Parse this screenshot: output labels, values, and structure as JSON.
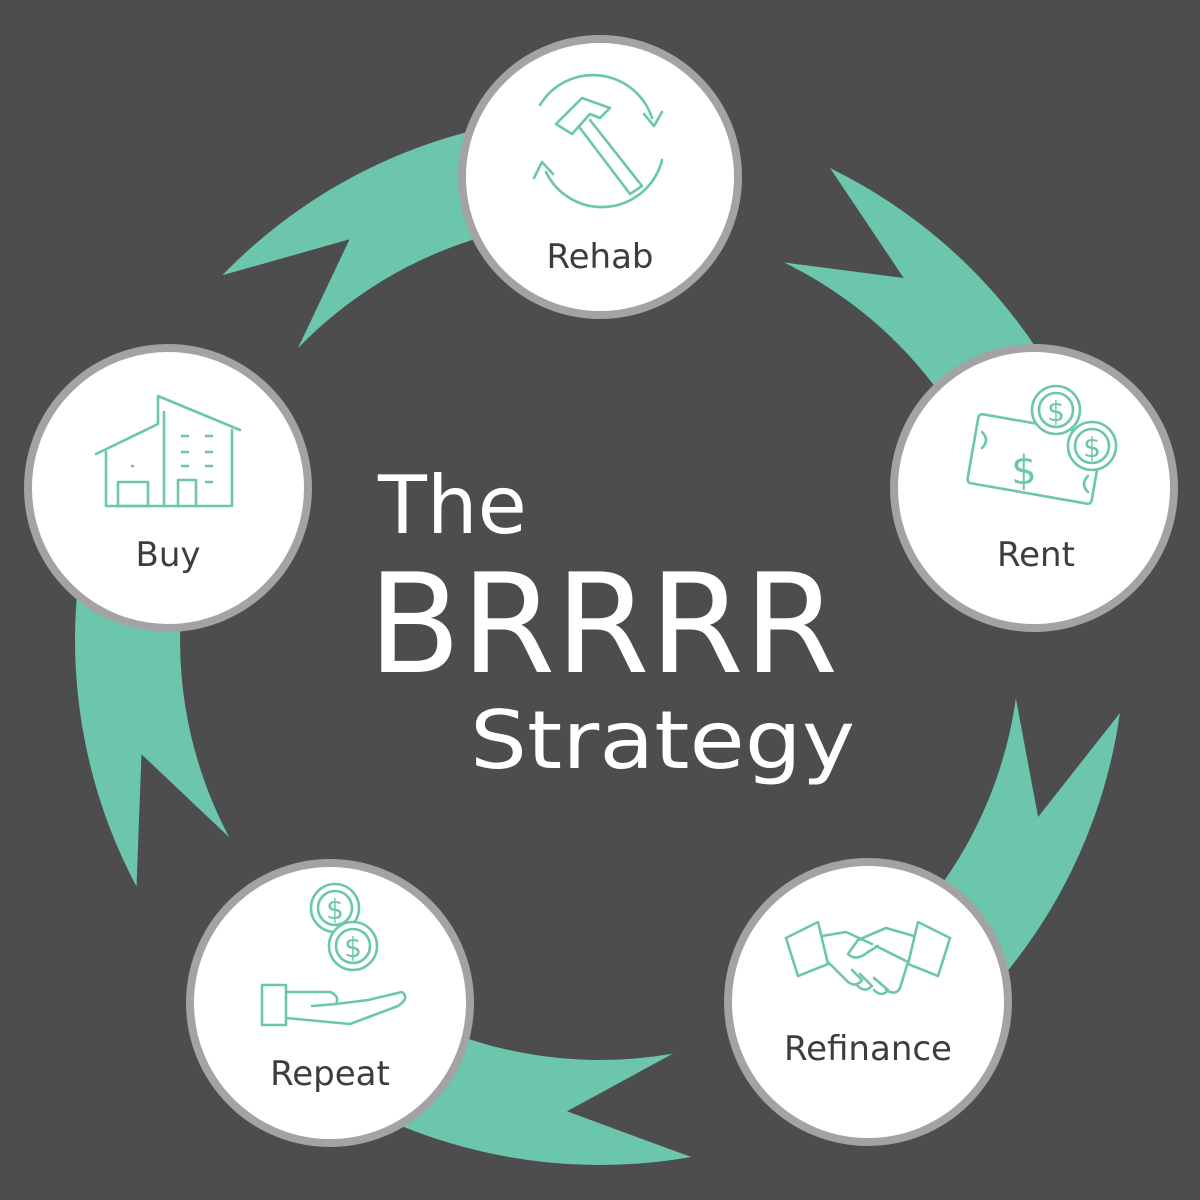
{
  "title": {
    "line1": "The",
    "line2": "BRRRR",
    "line3": "Strategy"
  },
  "steps": [
    {
      "label": "Rehab",
      "icon": "hammer-cycle-icon"
    },
    {
      "label": "Rent",
      "icon": "money-icon"
    },
    {
      "label": "Refinance",
      "icon": "handshake-icon"
    },
    {
      "label": "Repeat",
      "icon": "hand-coins-icon"
    },
    {
      "label": "Buy",
      "icon": "building-icon"
    }
  ],
  "colors": {
    "background": "#4d4d4d",
    "ring": "#6cc6ad",
    "circle_fill": "#ffffff",
    "circle_border": "#a3a3a3",
    "title": "#ffffff",
    "label": "#3d3d3d"
  }
}
